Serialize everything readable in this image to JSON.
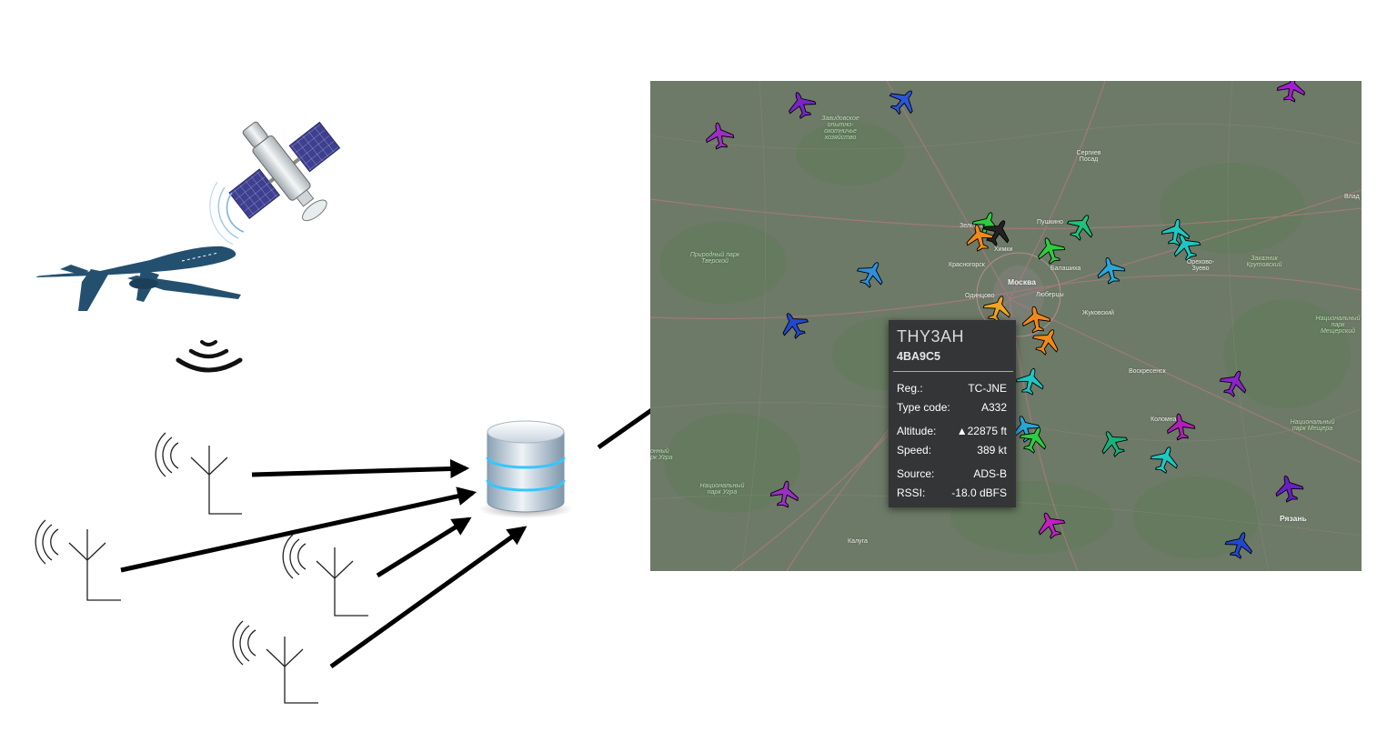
{
  "popup": {
    "callsign": "THY3AH",
    "hex": "4BA9C5",
    "fields": [
      {
        "key": "Reg.:",
        "value": "TC-JNE"
      },
      {
        "key": "Type code:",
        "value": "A332"
      },
      {
        "key": "Altitude:",
        "value": "▲22875 ft"
      },
      {
        "key": "Speed:",
        "value": "389 kt"
      },
      {
        "key": "Source:",
        "value": "ADS-B"
      },
      {
        "key": "RSSI:",
        "value": "-18.0 dBFS"
      }
    ]
  },
  "map_labels": {
    "moscow": "Москва",
    "sergiev_posad": "Сергиев Посад",
    "pushkino": "Пушкино",
    "zelenograd": "Зеленоград",
    "khimki": "Химки",
    "krasnogorsk": "Красногорск",
    "balashikha": "Балашиха",
    "odintsovo": "Одинцово",
    "lyubertsy": "Люберцы",
    "zhukovsky": "Жуковский",
    "voskresensk": "Воскресенск",
    "kolomna": "Коломна",
    "ryazan": "Рязань",
    "kaluga": "Калуга",
    "orekhovo": "Орехово-Зуево",
    "vlad": "Влад",
    "zavidovo": "Завидовское опытно-охотничье хозяйство",
    "park_west": "Природный парк Тверской",
    "park_ugra": "Национальный парк Угра",
    "park_meschera": "Национальный парк Мещерский",
    "park_meschera2": "Национальный парк Мещера",
    "zakaznik": "Заказник Крутовский",
    "ugra_left": "онный рк Угра"
  },
  "colors": {
    "plane_blue": "#1f4e79",
    "map_bg": "#6c7766",
    "popup_bg": "#333536",
    "popup_rule": "#7fb8c7"
  }
}
